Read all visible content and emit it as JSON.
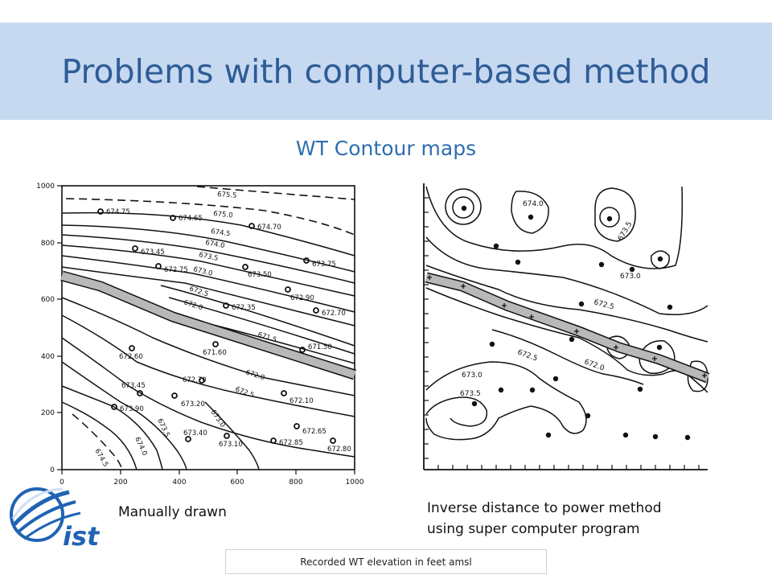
{
  "slide": {
    "title": "Problems with computer-based method",
    "subtitle": "WT Contour maps",
    "caption_left": "Manually drawn",
    "caption_right_line1": "Inverse distance to power method",
    "caption_right_line2": "using super computer program",
    "footer": "Recorded WT elevation in feet amsl",
    "logo_text": "ist"
  },
  "left_map": {
    "x_ticks": [
      "0",
      "200",
      "400",
      "600",
      "800",
      "1000"
    ],
    "y_ticks": [
      "0",
      "200",
      "400",
      "600",
      "800",
      "1000"
    ],
    "contour_labels": [
      "675.5",
      "675.0",
      "674.5",
      "674.0",
      "673.5",
      "673.0",
      "672.5",
      "672.0",
      "671.5",
      "672.0",
      "672.5",
      "673.0",
      "673.5",
      "674.0",
      "674.5"
    ],
    "wells": [
      "674.75",
      "674.65",
      "674.70",
      "673.45",
      "673.75",
      "672.75",
      "673.50",
      "672.90",
      "672.35",
      "672.70",
      "671.60",
      "671.50",
      "672.60",
      "672.70",
      "673.45",
      "672.10",
      "673.90",
      "673.20",
      "672.65",
      "673.40",
      "673.10",
      "672.85",
      "672.80"
    ]
  },
  "right_map": {
    "contour_labels": [
      "674.0",
      "673.5",
      "673.0",
      "672.5",
      "672.5",
      "672.0",
      "673.0",
      "673.5"
    ]
  },
  "colors": {
    "header_bg": "#c6d9f1",
    "title": "#2e5c96",
    "subtitle": "#2e6eb0",
    "stream": "#b8b8b8",
    "logo": "#1f63b4"
  }
}
